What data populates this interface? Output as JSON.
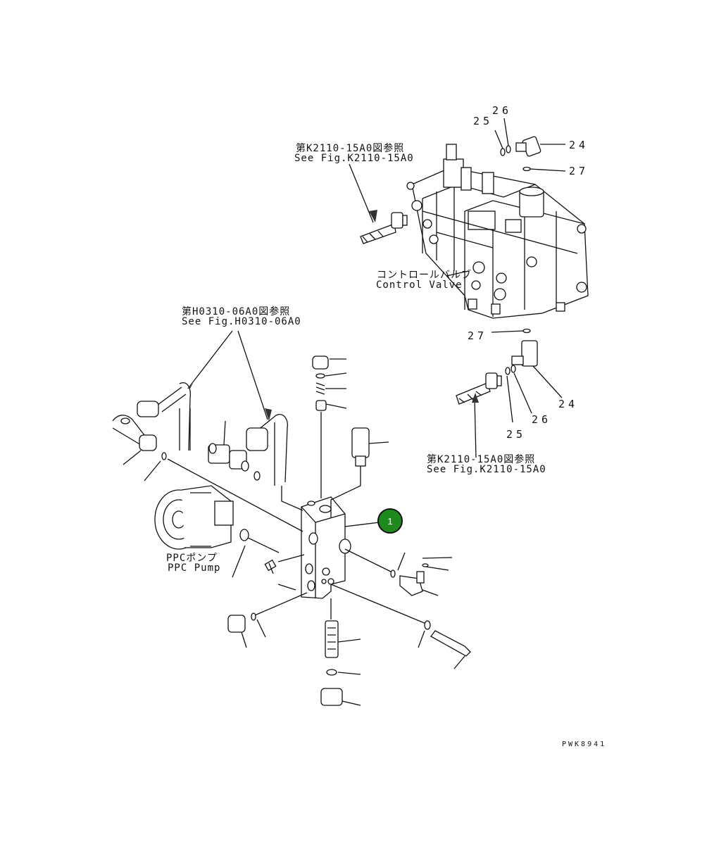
{
  "diagram": {
    "refs": {
      "k2110_top_jp": "第K2110-15A0図参照",
      "k2110_top_en": "See Fig.K2110-15A0",
      "h0310_jp": "第H0310-06A0図参照",
      "h0310_en": "See Fig.H0310-06A0",
      "k2110_bottom_jp": "第K2110-15A0図参照",
      "k2110_bottom_en": "See Fig.K2110-15A0"
    },
    "components": {
      "control_valve_jp": "コントロールバルブ",
      "control_valve_en": "Control Valve",
      "ppc_pump_jp": "PPCポンプ",
      "ppc_pump_en": "PPC Pump"
    },
    "callouts": {
      "top_26": "26",
      "top_25": "25",
      "top_24": "24",
      "top_27": "27",
      "bottom_27": "27",
      "bottom_24": "24",
      "bottom_26": "26",
      "bottom_25": "25"
    },
    "badge": "1",
    "drawing_id": "PWK8941",
    "colors": {
      "badge": "#1e8a1e",
      "line": "#111111"
    }
  }
}
